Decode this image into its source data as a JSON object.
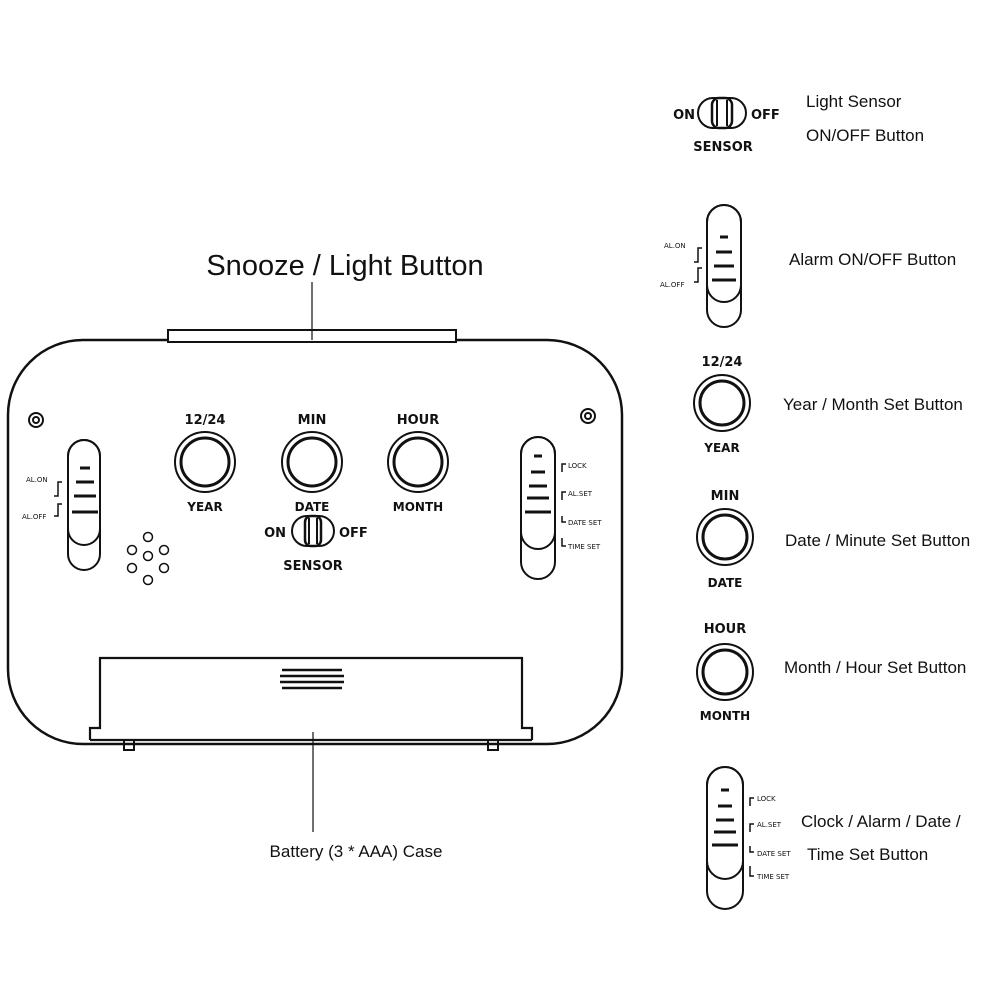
{
  "main": {
    "snooze_label": "Snooze / Light Button",
    "battery_label": "Battery (3 * AAA) Case",
    "btn_year_top": "12/24",
    "btn_year_bottom": "YEAR",
    "btn_date_top": "MIN",
    "btn_date_bottom": "DATE",
    "btn_month_top": "HOUR",
    "btn_month_bottom": "MONTH",
    "sensor_on": "ON",
    "sensor_off": "OFF",
    "sensor_label": "SENSOR",
    "alarm_on": "AL.ON",
    "alarm_off": "AL.OFF",
    "mode_lock": "LOCK",
    "mode_alset": "AL.SET",
    "mode_dateset": "DATE SET",
    "mode_timeset": "TIME SET"
  },
  "legend": {
    "sensor_line1": "Light Sensor",
    "sensor_line2": "ON/OFF Button",
    "sensor_on": "ON",
    "sensor_off": "OFF",
    "sensor_caption": "SENSOR",
    "alarm_label": "Alarm ON/OFF Button",
    "alarm_on": "AL.ON",
    "alarm_off": "AL.OFF",
    "year_top": "12/24",
    "year_bottom": "YEAR",
    "year_label": "Year / Month Set Button",
    "date_top": "MIN",
    "date_bottom": "DATE",
    "date_label": "Date / Minute Set Button",
    "month_top": "HOUR",
    "month_bottom": "MONTH",
    "month_label": "Month / Hour Set Button",
    "mode_line1": "Clock / Alarm / Date /",
    "mode_line2": "Time Set Button",
    "mode_lock": "LOCK",
    "mode_alset": "AL.SET",
    "mode_dateset": "DATE SET",
    "mode_timeset": "TIME SET"
  }
}
